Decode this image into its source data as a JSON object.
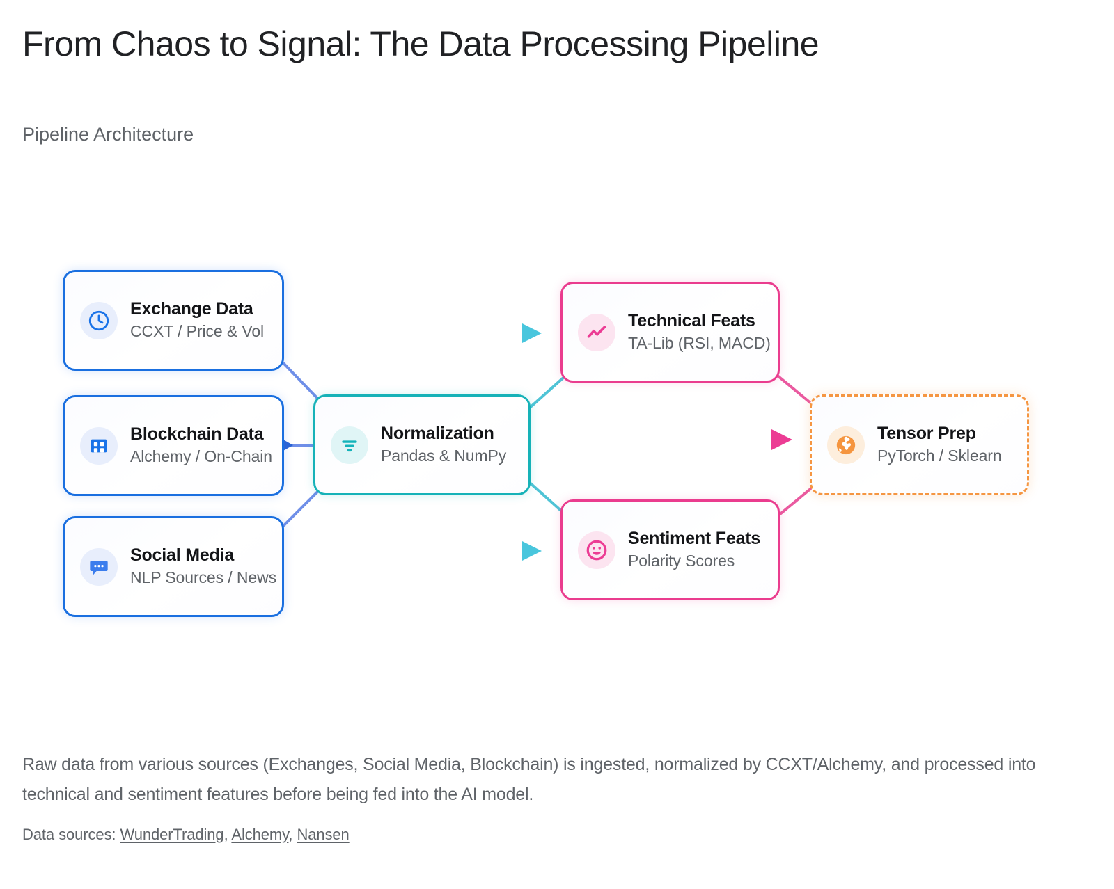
{
  "header": {
    "title": "From Chaos to Signal: The Data Processing Pipeline",
    "subtitle": "Pipeline Architecture"
  },
  "diagram": {
    "nodes": [
      {
        "id": "exchange",
        "title": "Exchange Data",
        "subtitle": "CCXT / Price & Vol",
        "icon": "clock-icon",
        "color": "#1a6fe0",
        "group": "source"
      },
      {
        "id": "blockchain",
        "title": "Blockchain Data",
        "subtitle": "Alchemy / On-Chain",
        "icon": "building-icon",
        "color": "#1a6fe0",
        "group": "source"
      },
      {
        "id": "social",
        "title": "Social Media",
        "subtitle": "NLP Sources / News",
        "icon": "chat-bubble-icon",
        "color": "#1a6fe0",
        "group": "source"
      },
      {
        "id": "normalize",
        "title": "Normalization",
        "subtitle": "Pandas & NumPy",
        "icon": "filter-icon",
        "color": "#16b2b8",
        "group": "process"
      },
      {
        "id": "technical",
        "title": "Technical Feats",
        "subtitle": "TA-Lib (RSI, MACD)",
        "icon": "trending-up-icon",
        "color": "#ea3c8e",
        "group": "feature"
      },
      {
        "id": "sentiment",
        "title": "Sentiment Feats",
        "subtitle": "Polarity Scores",
        "icon": "smiley-face-icon",
        "color": "#ea3c8e",
        "group": "feature"
      },
      {
        "id": "tensor",
        "title": "Tensor Prep",
        "subtitle": "PyTorch / Sklearn",
        "icon": "globe-icon",
        "color": "#f59642",
        "group": "output"
      }
    ],
    "edges": [
      {
        "from": "exchange",
        "to": "normalize",
        "color": "#6f8fe8"
      },
      {
        "from": "blockchain",
        "to": "normalize",
        "color": "#6f8fe8"
      },
      {
        "from": "social",
        "to": "normalize",
        "color": "#6f8fe8"
      },
      {
        "from": "normalize",
        "to": "technical",
        "color": "#4fc4d6"
      },
      {
        "from": "normalize",
        "to": "sentiment",
        "color": "#4fc4d6"
      },
      {
        "from": "technical",
        "to": "tensor",
        "color": "#ea5aa0"
      },
      {
        "from": "sentiment",
        "to": "tensor",
        "color": "#ea5aa0"
      }
    ],
    "markers": [
      {
        "name": "arrow-to-technical",
        "color": "#49c6dd"
      },
      {
        "name": "arrow-to-sentiment",
        "color": "#49c6dd"
      },
      {
        "name": "arrow-to-tensor",
        "color": "#ec3c94"
      },
      {
        "name": "arrow-to-normalize",
        "color": "#2a63d4"
      }
    ]
  },
  "footer": {
    "description": "Raw data from various sources (Exchanges, Social Media, Blockchain) is ingested, normalized by CCXT/Alchemy, and processed into technical and sentiment features before being fed into the AI model.",
    "sources_label": "Data sources:",
    "sources": [
      {
        "label": "WunderTrading"
      },
      {
        "label": "Alchemy"
      },
      {
        "label": "Nansen"
      }
    ],
    "separator": ", "
  }
}
